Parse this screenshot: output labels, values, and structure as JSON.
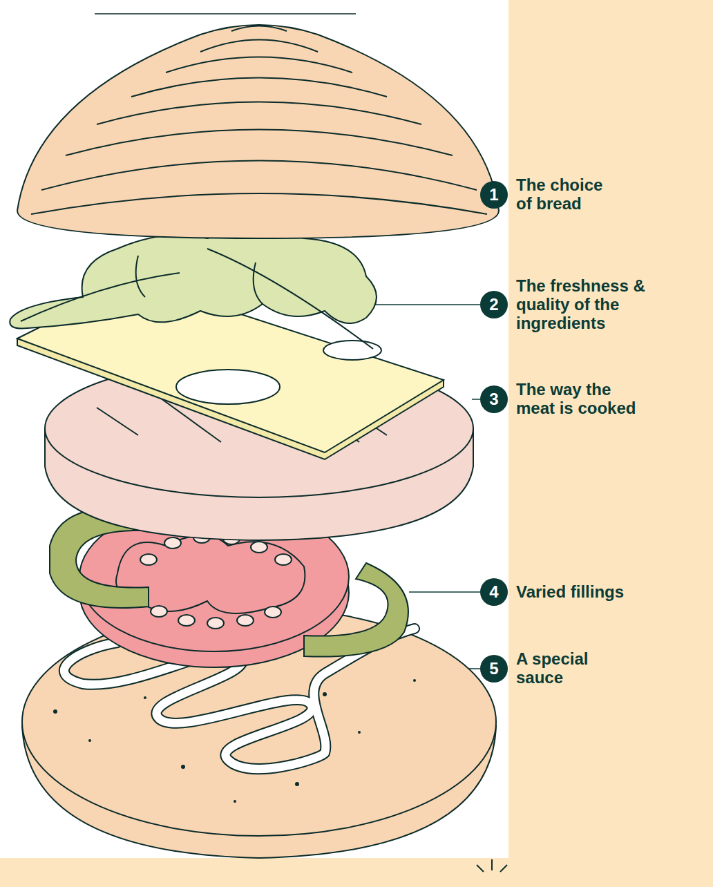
{
  "diagram": {
    "nodes": [
      {
        "text": [
          "1",
          "The choice of bread"
        ]
      },
      {
        "text": [
          "2",
          "The freshness & quality of the ingredients"
        ]
      },
      {
        "text": [
          "3",
          "The way the meat is cooked"
        ]
      },
      {
        "text": [
          "4",
          "Varied fillings"
        ]
      },
      {
        "text": [
          "5",
          "A special sauce"
        ]
      }
    ]
  }
}
